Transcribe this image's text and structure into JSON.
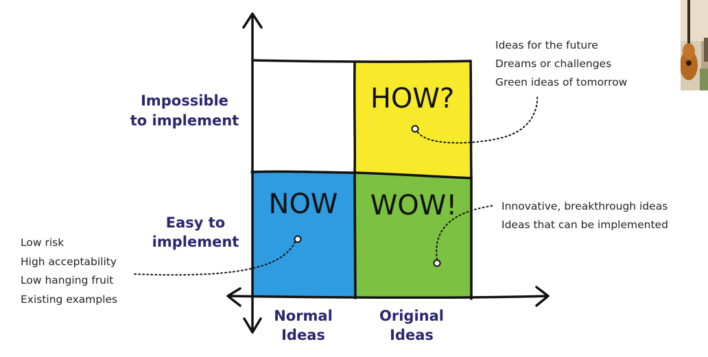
{
  "colors": {
    "how": "#f6ea2a",
    "now": "#2f9be0",
    "wow": "#7cc141",
    "empty": "#ffffff",
    "axis_text": "#2b2670",
    "ink": "#111111"
  },
  "y_axis": {
    "top_label_line1": "Impossible",
    "top_label_line2": "to implement",
    "bottom_label_line1": "Easy to",
    "bottom_label_line2": "implement"
  },
  "x_axis": {
    "left_label_line1": "Normal",
    "left_label_line2": "Ideas",
    "right_label_line1": "Original",
    "right_label_line2": "Ideas"
  },
  "quadrants": {
    "how": "HOW?",
    "now": "NOW",
    "wow": "WOW!"
  },
  "notes": {
    "how": [
      "Ideas for the future",
      "Dreams or challenges",
      "Green ideas of tomorrow"
    ],
    "wow": [
      "Innovative, breakthrough ideas",
      "Ideas that can be implemented"
    ],
    "now": [
      "Low risk",
      "High acceptability",
      "Low hanging fruit",
      "Existing examples"
    ]
  },
  "webcam": {
    "icon": "webcam-thumbnail-icon"
  }
}
